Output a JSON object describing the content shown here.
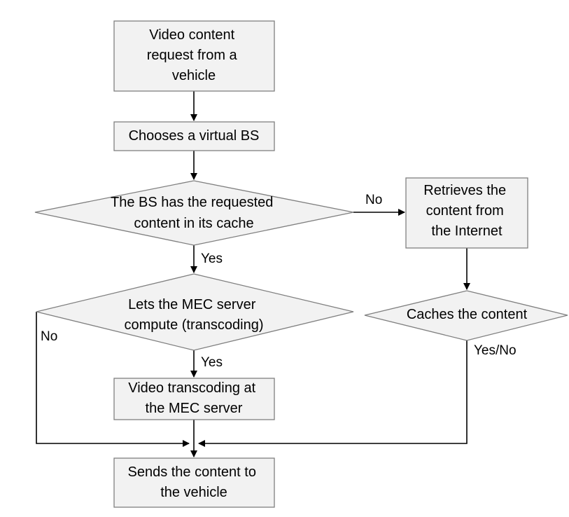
{
  "diagram": {
    "nodes": {
      "request": {
        "shape": "box",
        "lines": [
          "Video content",
          "request from a",
          "vehicle"
        ]
      },
      "choose_bs": {
        "shape": "box",
        "lines": [
          "Chooses a virtual BS"
        ]
      },
      "has_cache": {
        "shape": "diamond",
        "lines": [
          "The BS has the requested",
          "content in its cache"
        ]
      },
      "retrieve": {
        "shape": "box",
        "lines": [
          "Retrieves the",
          "content from",
          "the Internet"
        ]
      },
      "mec_compute": {
        "shape": "diamond",
        "lines": [
          "Lets the MEC server",
          "compute (transcoding)"
        ]
      },
      "caches": {
        "shape": "diamond",
        "lines": [
          "Caches the content"
        ]
      },
      "transcode": {
        "shape": "box",
        "lines": [
          "Video transcoding at",
          "the MEC server"
        ]
      },
      "send": {
        "shape": "box",
        "lines": [
          "Sends the content to",
          "the vehicle"
        ]
      }
    },
    "edge_labels": {
      "no_to_retrieve": "No",
      "yes_cache": "Yes",
      "no_compute": "No",
      "yes_compute": "Yes",
      "yes_no_caches": "Yes/No"
    }
  }
}
